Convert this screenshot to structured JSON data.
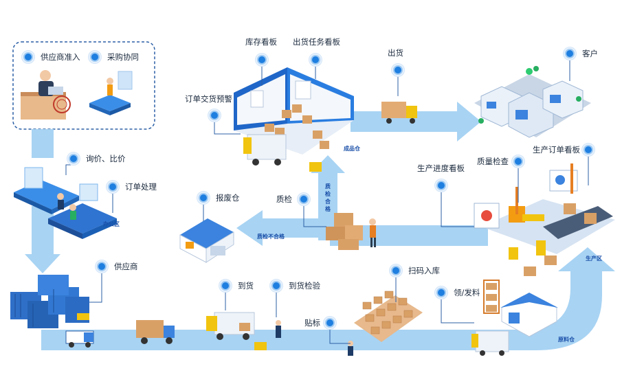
{
  "colors": {
    "flow": "#a8d3f3",
    "pin": "#1f7fe0",
    "box": "#2b5fa6",
    "text": "#1b2a3d"
  },
  "labels": {
    "supplier_access": "供应商准入",
    "purchase_collab": "采购协同",
    "inquiry": "询价、比价",
    "order_process": "订单处理",
    "office": "办公区",
    "supplier": "供应商",
    "arrival": "到货",
    "arrival_inspect": "到货检验",
    "labeling": "贴标",
    "scan_in": "扫码入库",
    "issue_material": "领/发料",
    "raw_warehouse": "原料仓",
    "production_area": "生产区",
    "production_progress": "生产进度看板",
    "quality_check": "质量检查",
    "production_order": "生产订单看板",
    "qc": "质检",
    "qc_fail": "质检不合格",
    "qc_pass": "质检合格",
    "scrap_warehouse": "报废仓",
    "order_warning": "订单交货预警",
    "inventory_board": "库存看板",
    "shipping_board": "出货任务看板",
    "finished_warehouse": "成品仓",
    "shipping": "出货",
    "customer": "客户"
  }
}
